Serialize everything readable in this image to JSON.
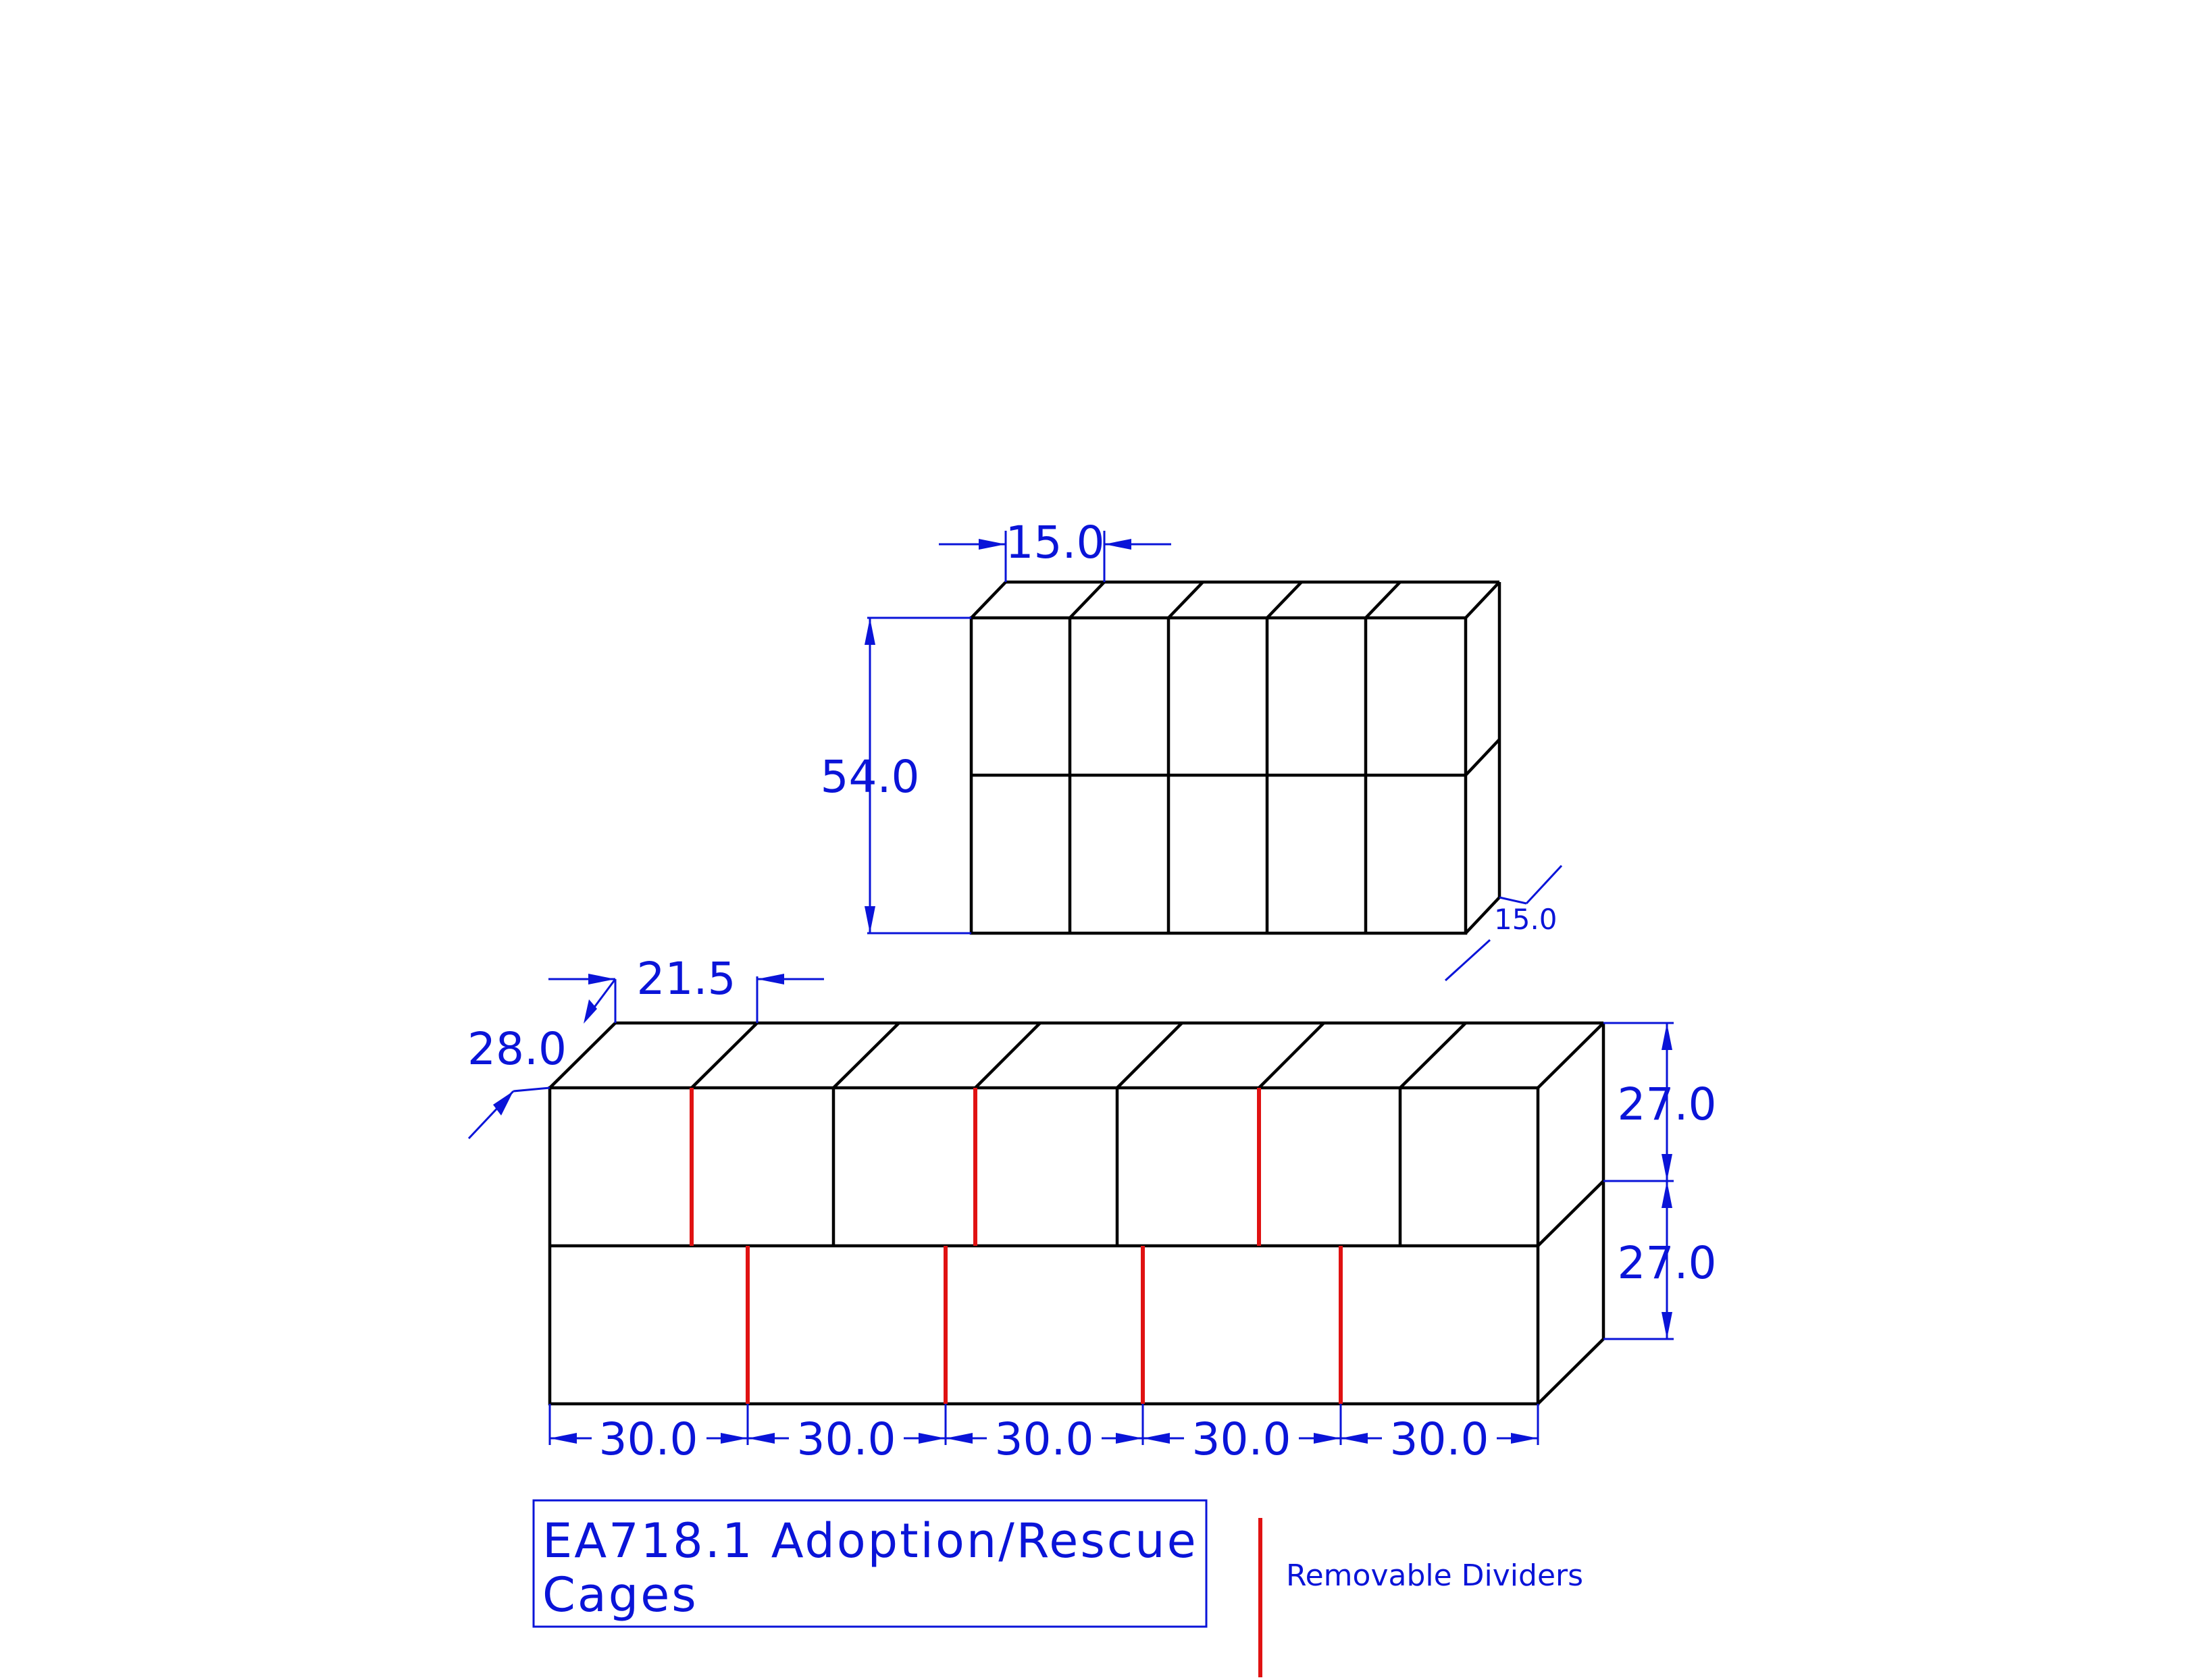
{
  "colors": {
    "outline": "#000000",
    "dimension": "#0a14d8",
    "divider": "#e01212"
  },
  "top_unit": {
    "width_dim": "15.0",
    "height_dim": "54.0",
    "depth_dim": "15.0"
  },
  "bottom_unit": {
    "depth_dim": "28.0",
    "offset_dim": "21.5",
    "upper_height_dim": "27.0",
    "lower_height_dim": "27.0",
    "bay_widths": [
      "30.0",
      "30.0",
      "30.0",
      "30.0",
      "30.0"
    ]
  },
  "title_block": {
    "line1": "EA718.1 Adoption/Rescue",
    "line2": "Cages"
  },
  "legend": {
    "label": "Removable Dividers"
  }
}
